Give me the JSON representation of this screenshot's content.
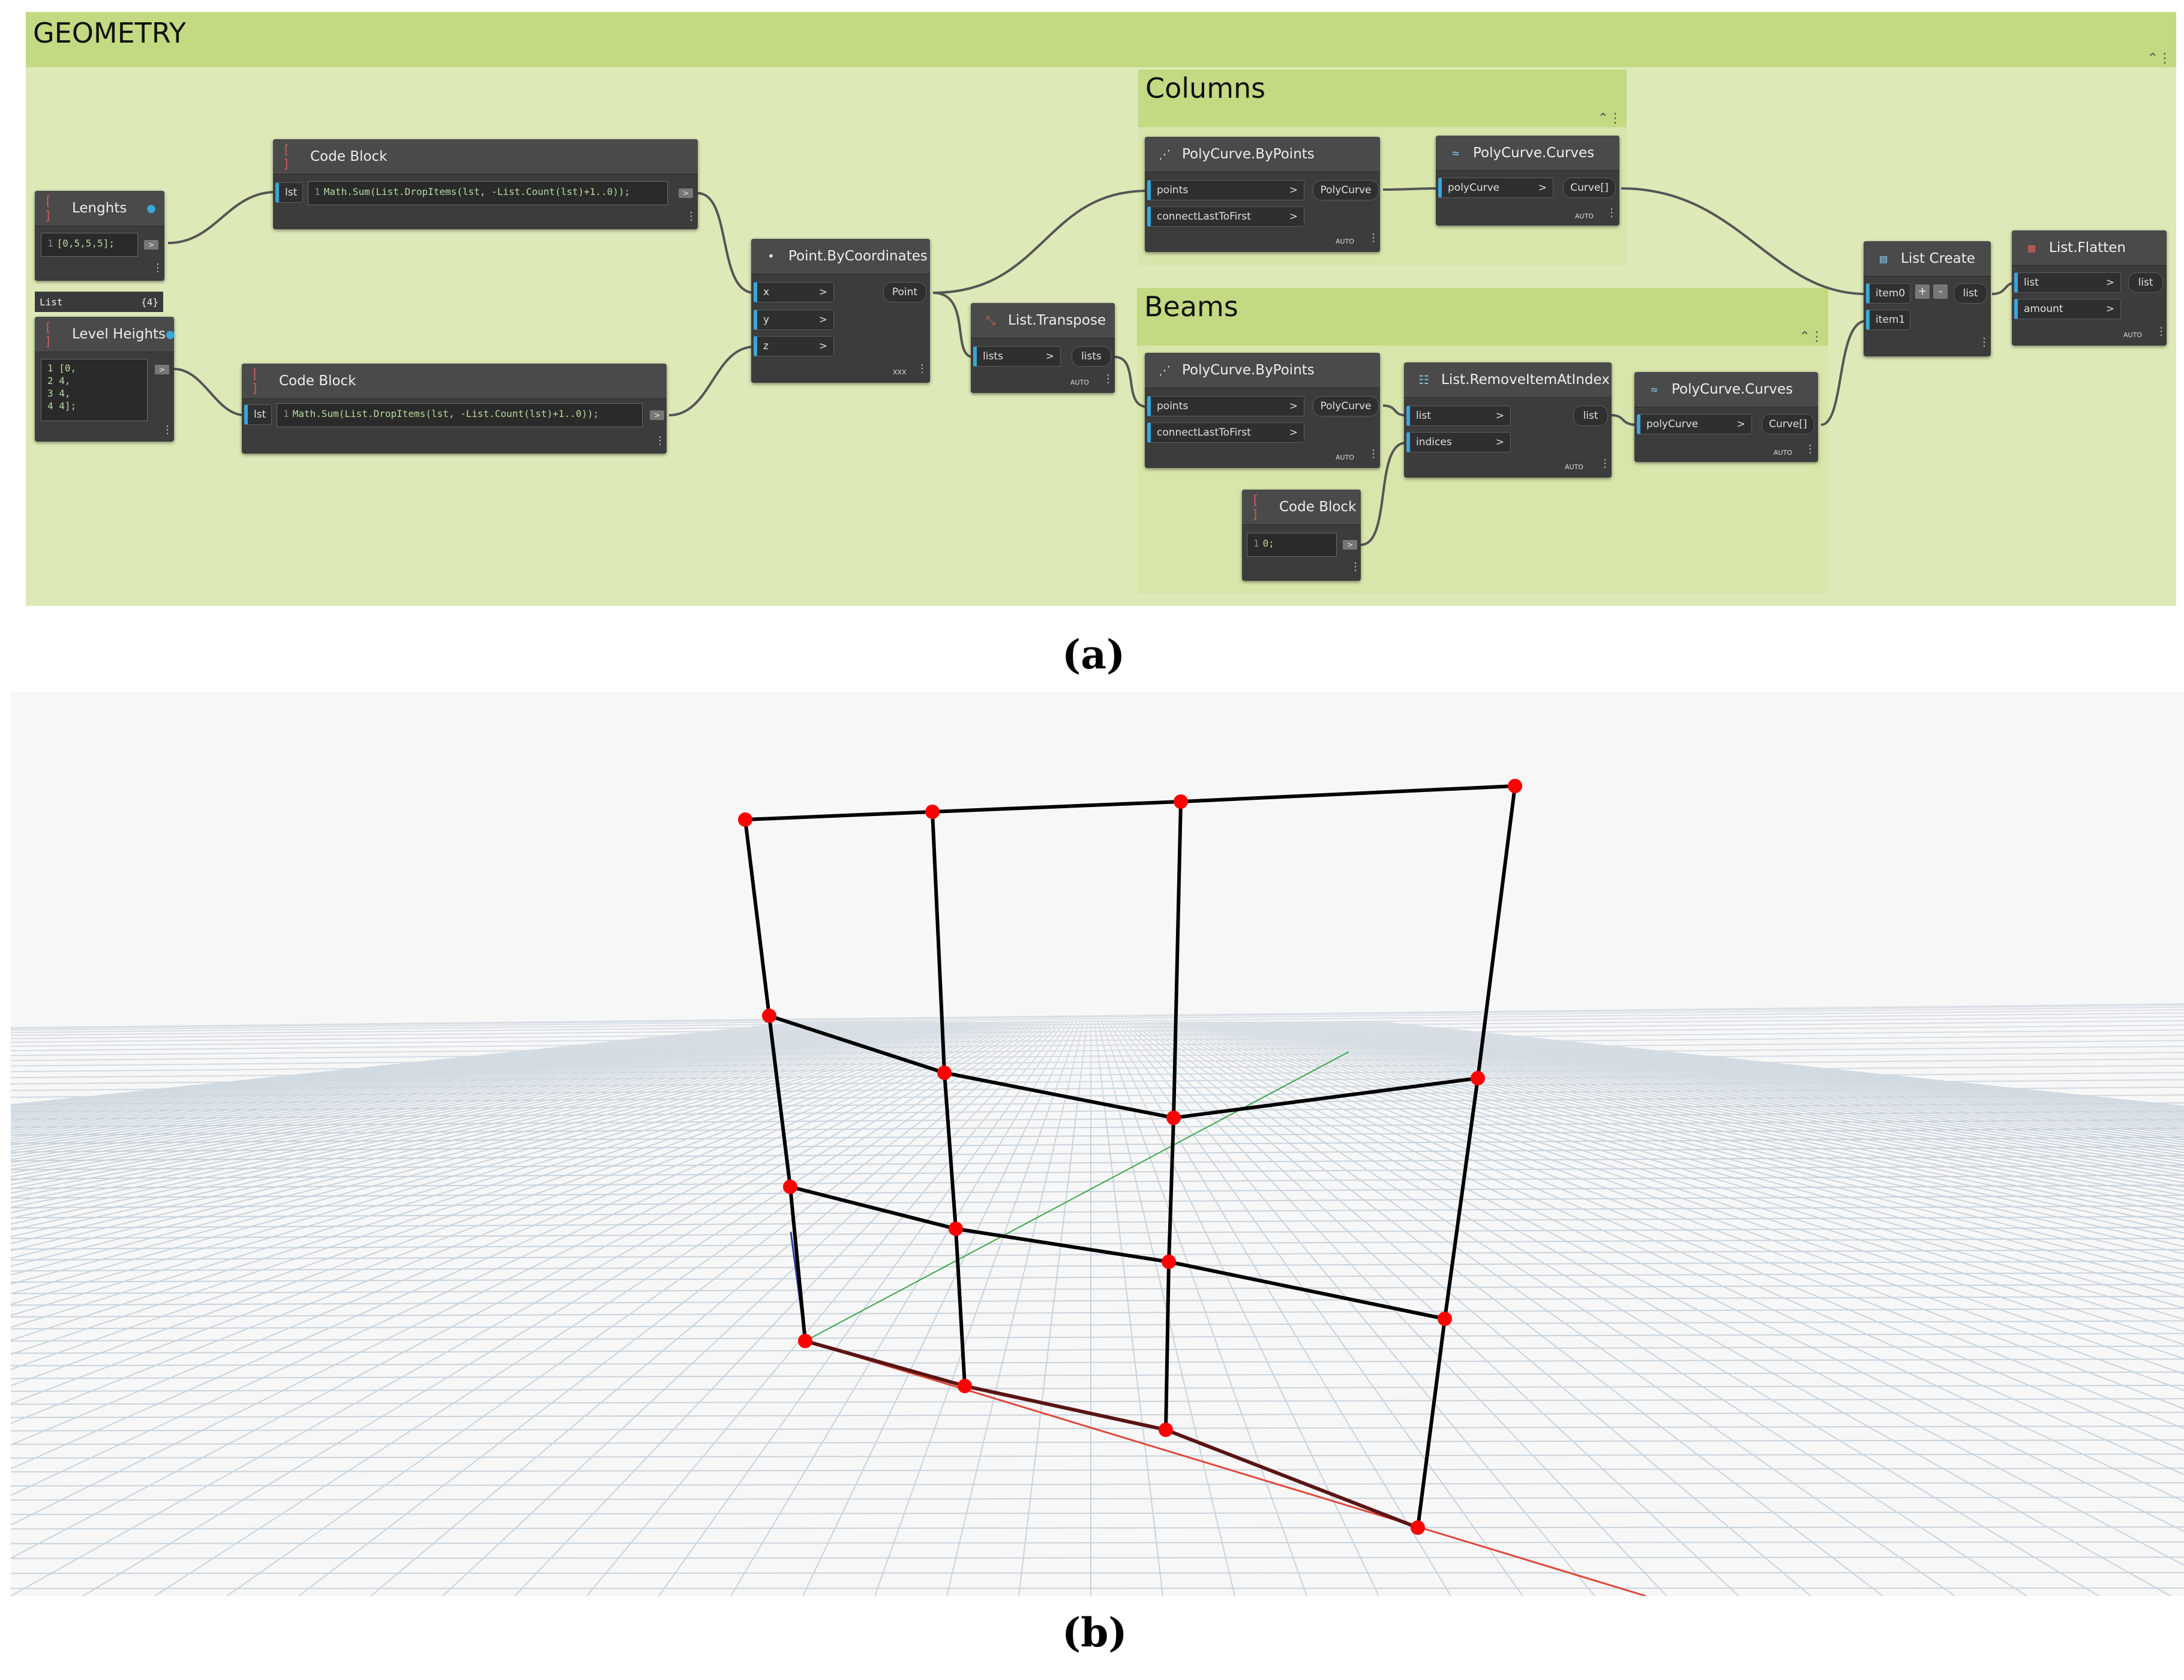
{
  "captions": {
    "a": "(a)",
    "b": "(b)"
  },
  "groups": {
    "geometry": "GEOMETRY",
    "columns": "Columns",
    "beams": "Beams"
  },
  "nodes": {
    "lenghts": {
      "title": "Lenghts",
      "code": "[0,5,5,5];",
      "line": "1"
    },
    "list_preview": {
      "label": "List",
      "count": "{4}"
    },
    "level_heights": {
      "title": "Level Heights",
      "lines": [
        "1 [0,",
        "2 4,",
        "3 4,",
        "4 4];"
      ]
    },
    "code_block_1": {
      "title": "Code Block",
      "input": "lst",
      "line": "1",
      "code": "Math.Sum(List.DropItems(lst, -List.Count(lst)+1..0));"
    },
    "code_block_2": {
      "title": "Code Block",
      "input": "lst",
      "line": "1",
      "code": "Math.Sum(List.DropItems(lst, -List.Count(lst)+1..0));"
    },
    "point_by_coordinates": {
      "title": "Point.ByCoordinates",
      "inputs": [
        "x",
        "y",
        "z"
      ],
      "output": "Point",
      "lacing": "XXX"
    },
    "list_transpose": {
      "title": "List.Transpose",
      "input": "lists",
      "output": "lists",
      "lacing": "AUTO"
    },
    "polycurve_bypoints_columns": {
      "title": "PolyCurve.ByPoints",
      "inputs": [
        "points",
        "connectLastToFirst"
      ],
      "output": "PolyCurve",
      "lacing": "AUTO"
    },
    "polycurve_curves_columns": {
      "title": "PolyCurve.Curves",
      "input": "polyCurve",
      "output": "Curve[]",
      "lacing": "AUTO"
    },
    "polycurve_bypoints_beams": {
      "title": "PolyCurve.ByPoints",
      "inputs": [
        "points",
        "connectLastToFirst"
      ],
      "output": "PolyCurve",
      "lacing": "AUTO"
    },
    "list_removeitematindex": {
      "title": "List.RemoveItemAtIndex",
      "inputs": [
        "list",
        "indices"
      ],
      "output": "list",
      "lacing": "AUTO"
    },
    "polycurve_curves_beams": {
      "title": "PolyCurve.Curves",
      "input": "polyCurve",
      "output": "Curve[]",
      "lacing": "AUTO"
    },
    "code_block_3": {
      "title": "Code Block",
      "line": "1",
      "code": "0;"
    },
    "list_create": {
      "title": "List Create",
      "inputs": [
        "item0",
        "item1"
      ],
      "output": "list",
      "add": "+",
      "remove": "-"
    },
    "list_flatten": {
      "title": "List.Flatten",
      "inputs": [
        "list",
        "amount"
      ],
      "output": "list",
      "lacing": "AUTO"
    }
  },
  "colors": {
    "group_header": "#c3d982",
    "group_body": "#dde9b7",
    "node_body": "#3c3c3c",
    "port_accent": "#39a7d8",
    "wire": "#555555",
    "point": "#ff0000",
    "frame_line": "#000000",
    "axis_x": "#e0473a",
    "axis_y": "#3aa64a",
    "axis_z": "#2b3fa8",
    "grid": "#c9d3dc"
  },
  "viewport": {
    "description_icons": [
      "grid-floor",
      "frame-points",
      "axis-lines"
    ]
  }
}
